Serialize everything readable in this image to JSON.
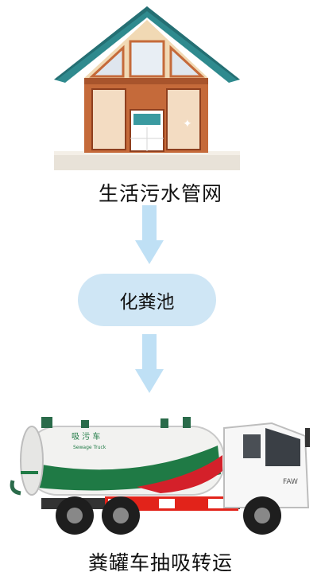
{
  "steps": {
    "house_label": "生活污水管网",
    "tank_label": "化粪池",
    "truck_label": "粪罐车抽吸转运"
  },
  "truck": {
    "tank_title": "吸 污 车",
    "tank_subtitle": "Sewage Truck",
    "cab_brand": "FAW"
  },
  "colors": {
    "arrow": "#bfe0f5",
    "pill": "#cfe6f5",
    "roof": "#2f8a8e",
    "tank_stripe": "#1f7a45",
    "tank_red": "#d4202a"
  }
}
